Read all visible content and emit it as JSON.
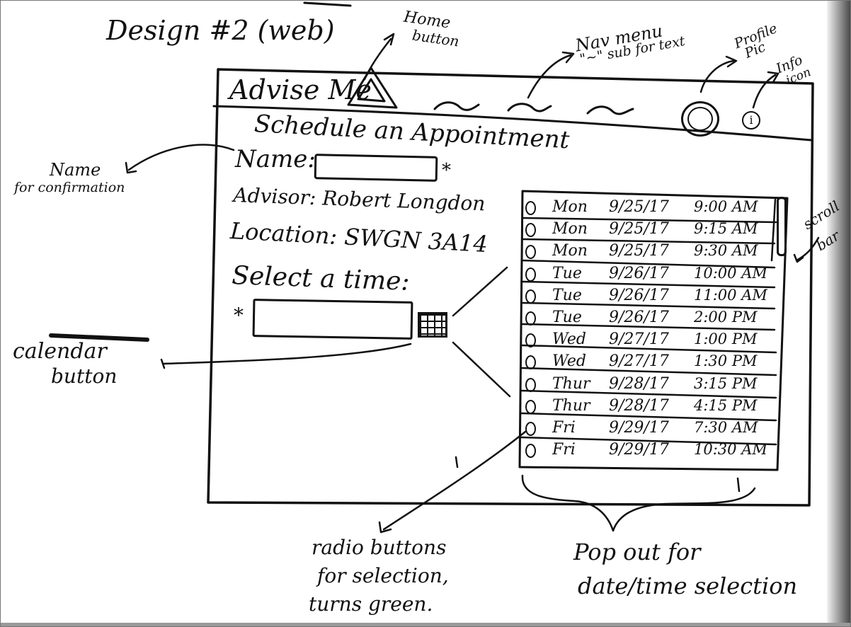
{
  "title": "Design #2 (web)",
  "annotations": {
    "home_button": [
      "Home",
      "button"
    ],
    "nav_menu": [
      "Nav menu",
      "\"~\" sub for text"
    ],
    "profile_pic": [
      "Profile",
      "Pic"
    ],
    "info_icon": [
      "Info",
      "icon"
    ],
    "name_note": [
      "Name",
      "for confirmation"
    ],
    "calendar_button": [
      "calendar",
      "button"
    ],
    "scroll_bar": [
      "scroll",
      "bar"
    ],
    "radio_buttons": [
      "radio buttons",
      "for selection,",
      "turns green."
    ],
    "pop_out": [
      "Pop out for",
      "date/time selection"
    ]
  },
  "mockup": {
    "app_name": "Advise Me",
    "nav_items": [
      "~",
      "~",
      "~"
    ],
    "info_glyph": "i",
    "heading": "Schedule an Appointment",
    "name_label": "Name:",
    "required_mark": "*",
    "advisor_text": "Advisor: Robert Longdon",
    "location_text": "Location: SWGN 3A14",
    "select_time_label": "Select a time:",
    "time_slots": [
      {
        "day": "Mon",
        "date": "9/25/17",
        "time": "9:00 AM"
      },
      {
        "day": "Mon",
        "date": "9/25/17",
        "time": "9:15 AM"
      },
      {
        "day": "Mon",
        "date": "9/25/17",
        "time": "9:30 AM"
      },
      {
        "day": "Tue",
        "date": "9/26/17",
        "time": "10:00 AM"
      },
      {
        "day": "Tue",
        "date": "9/26/17",
        "time": "11:00 AM"
      },
      {
        "day": "Tue",
        "date": "9/26/17",
        "time": "2:00 PM"
      },
      {
        "day": "Wed",
        "date": "9/27/17",
        "time": "1:00 PM"
      },
      {
        "day": "Wed",
        "date": "9/27/17",
        "time": "1:30 PM"
      },
      {
        "day": "Thur",
        "date": "9/28/17",
        "time": "3:15 PM"
      },
      {
        "day": "Thur",
        "date": "9/28/17",
        "time": "4:15 PM"
      },
      {
        "day": "Fri",
        "date": "9/29/17",
        "time": "7:30 AM"
      },
      {
        "day": "Fri",
        "date": "9/29/17",
        "time": "10:30 AM"
      }
    ]
  },
  "colors": {
    "ink": "#111111",
    "paper": "#ffffff"
  }
}
